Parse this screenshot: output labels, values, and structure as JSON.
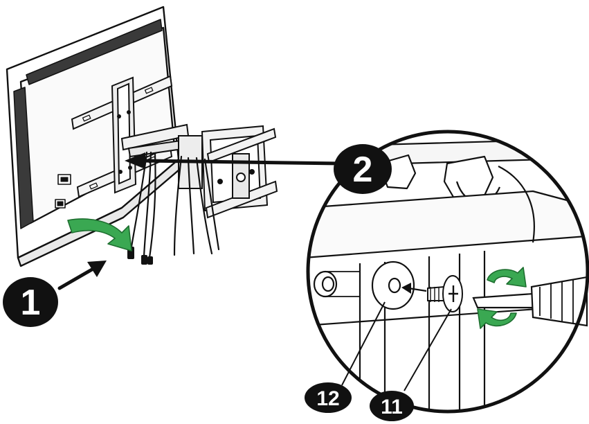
{
  "step_badges": {
    "one": "1",
    "two": "2"
  },
  "part_badges": {
    "twelve": "12",
    "eleven": "11"
  },
  "colors": {
    "line": "#111111",
    "arrow_green": "#3aa852",
    "arrow_green_dark": "#1d6e2f",
    "badge_fill": "#111111",
    "badge_text": "#ffffff"
  },
  "icons": {
    "tv": "tv-back-icon",
    "mount": "wall-mount-bracket-icon",
    "screwdriver": "screwdriver-icon",
    "screw": "screw-icon",
    "washer": "washer-icon"
  }
}
